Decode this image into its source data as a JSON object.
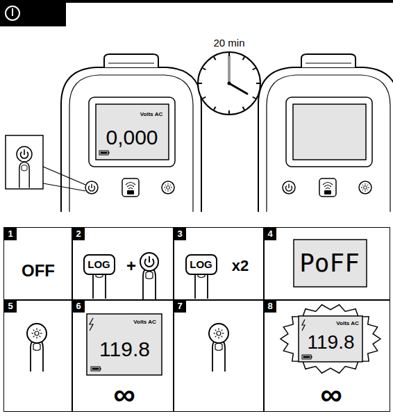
{
  "diagram": {
    "nodes": [
      {
        "text": [
          "Volts AC",
          "0,000"
        ]
      },
      {
        "text": [
          "1",
          "OFF"
        ]
      },
      {
        "text": [
          "2",
          "+"
        ]
      },
      {
        "text": [
          "LOG"
        ],
        "in": 2
      },
      {
        "text": [
          "3",
          "x2"
        ]
      },
      {
        "text": [
          "LOG"
        ],
        "in": 4
      },
      {
        "text": [
          "4"
        ]
      },
      {
        "text": [
          "PoFF"
        ],
        "in": 6
      },
      {
        "text": [
          "5"
        ]
      },
      {
        "text": [
          "6",
          "∞"
        ]
      },
      {
        "text": [
          "Volts AC",
          "119.8"
        ],
        "in": 9
      },
      {
        "text": [
          "7"
        ]
      },
      {
        "text": [
          "8",
          "∞"
        ]
      },
      {
        "text": [
          "Volts AC",
          "119.8"
        ],
        "in": 12
      }
    ],
    "labels": [
      "20 min"
    ]
  }
}
